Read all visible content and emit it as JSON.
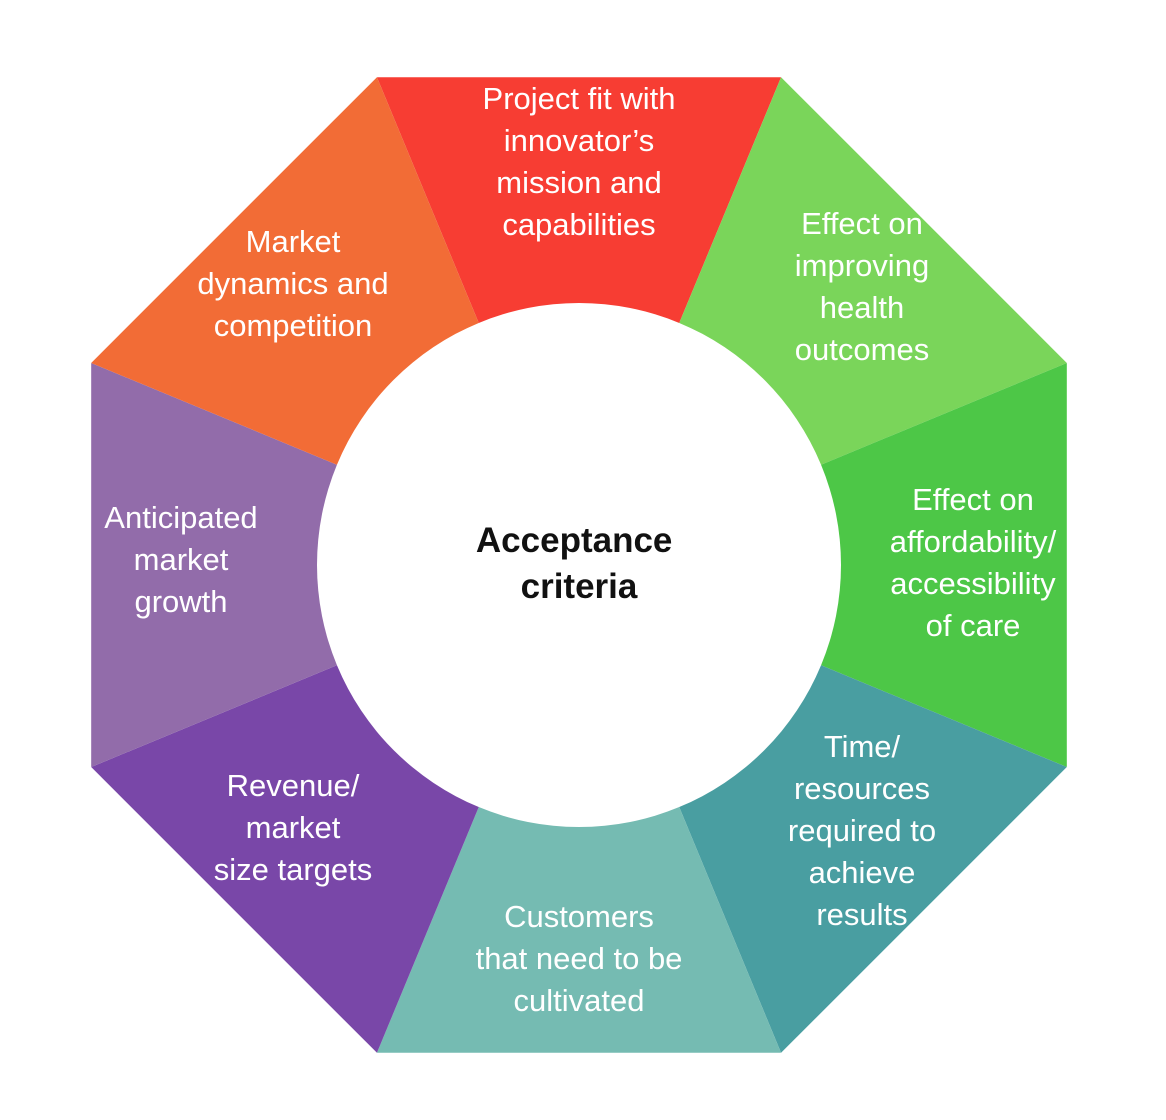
{
  "center": {
    "lines": [
      "Acceptance",
      "criteria"
    ]
  },
  "segments": [
    {
      "id": "project-fit",
      "color": "#f73d33",
      "lines": [
        "Project fit with",
        "innovator’s",
        "mission and",
        "capabilities"
      ]
    },
    {
      "id": "health-outcomes",
      "color": "#7ad55a",
      "lines": [
        "Effect on",
        "improving",
        "health",
        "outcomes"
      ]
    },
    {
      "id": "affordability",
      "color": "#4dc747",
      "lines": [
        "Effect on",
        "affordability/",
        "accessibility",
        "of care"
      ]
    },
    {
      "id": "time-resources",
      "color": "#499ea1",
      "lines": [
        "Time/",
        "resources",
        "required to",
        "achieve",
        "results"
      ]
    },
    {
      "id": "customers",
      "color": "#75bbb2",
      "lines": [
        "Customers",
        "that need to be",
        "cultivated"
      ]
    },
    {
      "id": "revenue-targets",
      "color": "#7947a8",
      "lines": [
        "Revenue/",
        "market",
        "size targets"
      ]
    },
    {
      "id": "market-growth",
      "color": "#926caa",
      "lines": [
        "Anticipated",
        "market",
        "growth"
      ]
    },
    {
      "id": "market-dynamics",
      "color": "#f26c36",
      "lines": [
        "Market",
        "dynamics and",
        "competition"
      ]
    }
  ]
}
